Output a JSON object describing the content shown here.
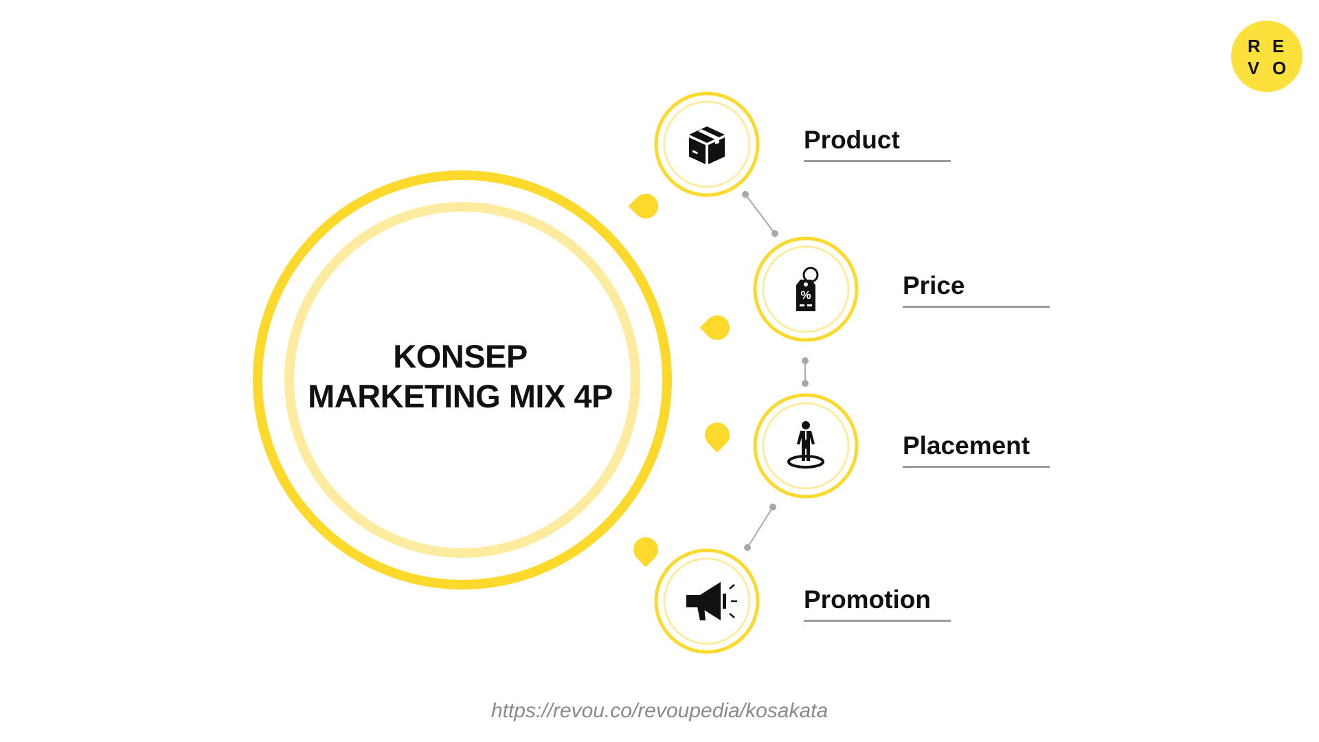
{
  "title": {
    "line1": "KONSEP",
    "line2": "MARKETING MIX 4P"
  },
  "items": [
    {
      "label": "Product",
      "icon": "box-icon"
    },
    {
      "label": "Price",
      "icon": "price-tag-icon"
    },
    {
      "label": "Placement",
      "icon": "person-on-spot-icon"
    },
    {
      "label": "Promotion",
      "icon": "megaphone-icon"
    }
  ],
  "footer": {
    "url": "https://revou.co/revoupedia/kosakata"
  },
  "logo": {
    "letters": [
      "R",
      "E",
      "V",
      "O"
    ]
  },
  "colors": {
    "accent": "#fcd92a",
    "accent_light": "#fdeca0",
    "text": "#111111",
    "connector": "#a8a8a8"
  }
}
